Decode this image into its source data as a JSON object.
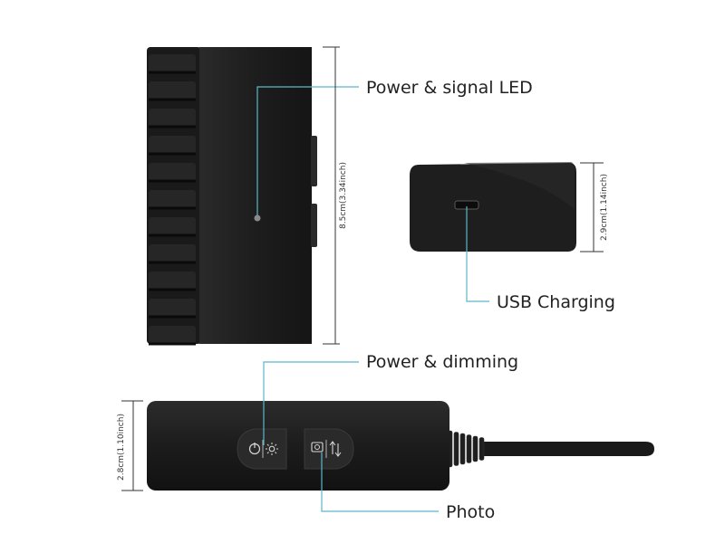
{
  "callouts": {
    "power_signal_led": "Power & signal LED",
    "usb_charging": "USB Charging",
    "power_dimming": "Power & dimming",
    "photo": "Photo"
  },
  "dimensions": {
    "box_height": "8.5cm(3.34inch)",
    "side_height": "2.9cm(1.14inch)",
    "handle_height": "2.8cm(1.10inch)"
  },
  "colors": {
    "leader_line": "#5bb8c9",
    "device_body": "#1e1e1e",
    "dimension_line": "#333333"
  },
  "icons": {
    "power_button": "power-sun-icon",
    "photo_button": "camera-swap-icon"
  }
}
